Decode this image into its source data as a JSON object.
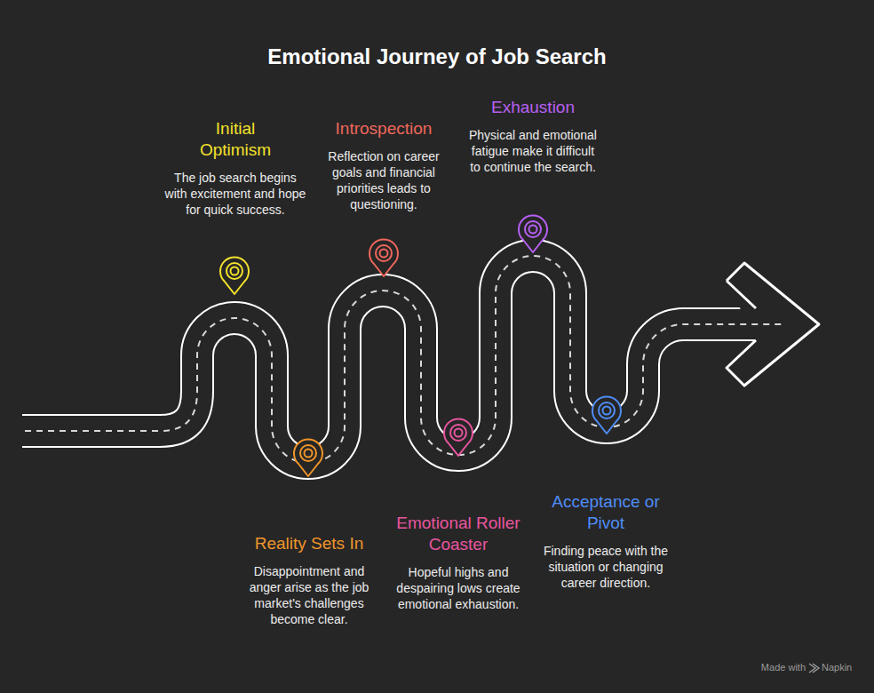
{
  "diagram": {
    "title": "Emotional Journey of Job Search",
    "nodes": [
      {
        "text": [
          "Initial Optimism",
          "The job search begins with excitement and hope for quick success."
        ]
      },
      {
        "text": [
          "Reality Sets In",
          "Disappointment and anger arise as the job market's challenges become clear."
        ]
      },
      {
        "text": [
          "Introspection",
          "Reflection on career goals and financial priorities leads to questioning."
        ]
      },
      {
        "text": [
          "Emotional Roller Coaster",
          "Hopeful highs and despairing lows create emotional exhaustion."
        ]
      },
      {
        "text": [
          "Exhaustion",
          "Physical and emotional fatigue make it difficult to continue the search."
        ]
      },
      {
        "text": [
          "Acceptance or Pivot",
          "Finding peace with the situation or changing career direction."
        ]
      }
    ],
    "labels": [
      "Made with",
      "Napkin"
    ]
  }
}
